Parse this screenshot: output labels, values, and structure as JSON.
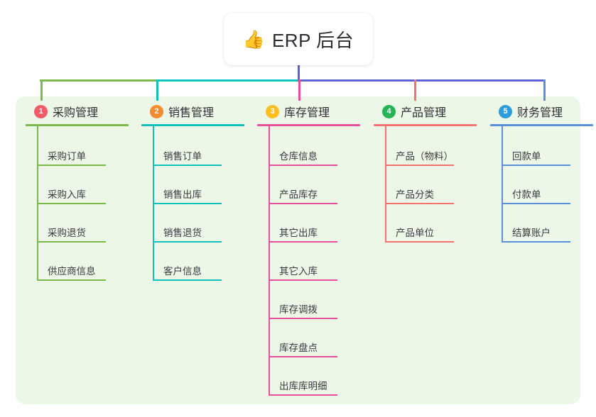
{
  "root": {
    "emoji": "👍",
    "icon_name": "thumbs-up-emoji",
    "title": "ERP 后台"
  },
  "colors": {
    "page_background": "#ffffff",
    "panel_background": "#edf7e7",
    "root_stem": "#5b63d3",
    "bus_green": "#7db84a",
    "bus_teal": "#0fc1bd",
    "bus_blue": "#5b63d3"
  },
  "columns": [
    {
      "number": "1",
      "title": "采购管理",
      "line_color": "#7db84a",
      "badge_color": "#f45b69",
      "items": [
        {
          "label": "采购订单"
        },
        {
          "label": "采购入库"
        },
        {
          "label": "采购退货"
        },
        {
          "label": "供应商信息"
        }
      ]
    },
    {
      "number": "2",
      "title": "销售管理",
      "line_color": "#0fc1bd",
      "badge_color": "#f58a2e",
      "items": [
        {
          "label": "销售订单"
        },
        {
          "label": "销售出库"
        },
        {
          "label": "销售退货"
        },
        {
          "label": "客户信息"
        }
      ]
    },
    {
      "number": "3",
      "title": "库存管理",
      "line_color": "#e84f9a",
      "badge_color": "#fbbf24",
      "items": [
        {
          "label": "仓库信息"
        },
        {
          "label": "产品库存"
        },
        {
          "label": "其它出库"
        },
        {
          "label": "其它入库"
        },
        {
          "label": "库存调拨"
        },
        {
          "label": "库存盘点"
        },
        {
          "label": "出库库明细"
        }
      ]
    },
    {
      "number": "4",
      "title": "产品管理",
      "line_color": "#f4736e",
      "badge_color": "#22b455",
      "items": [
        {
          "label": "产品（物料）"
        },
        {
          "label": "产品分类"
        },
        {
          "label": "产品单位"
        }
      ]
    },
    {
      "number": "5",
      "title": "财务管理",
      "line_color": "#5b8fd9",
      "badge_color": "#2d9cdb",
      "items": [
        {
          "label": "回款单"
        },
        {
          "label": "付款单"
        },
        {
          "label": "结算账户"
        }
      ]
    }
  ]
}
